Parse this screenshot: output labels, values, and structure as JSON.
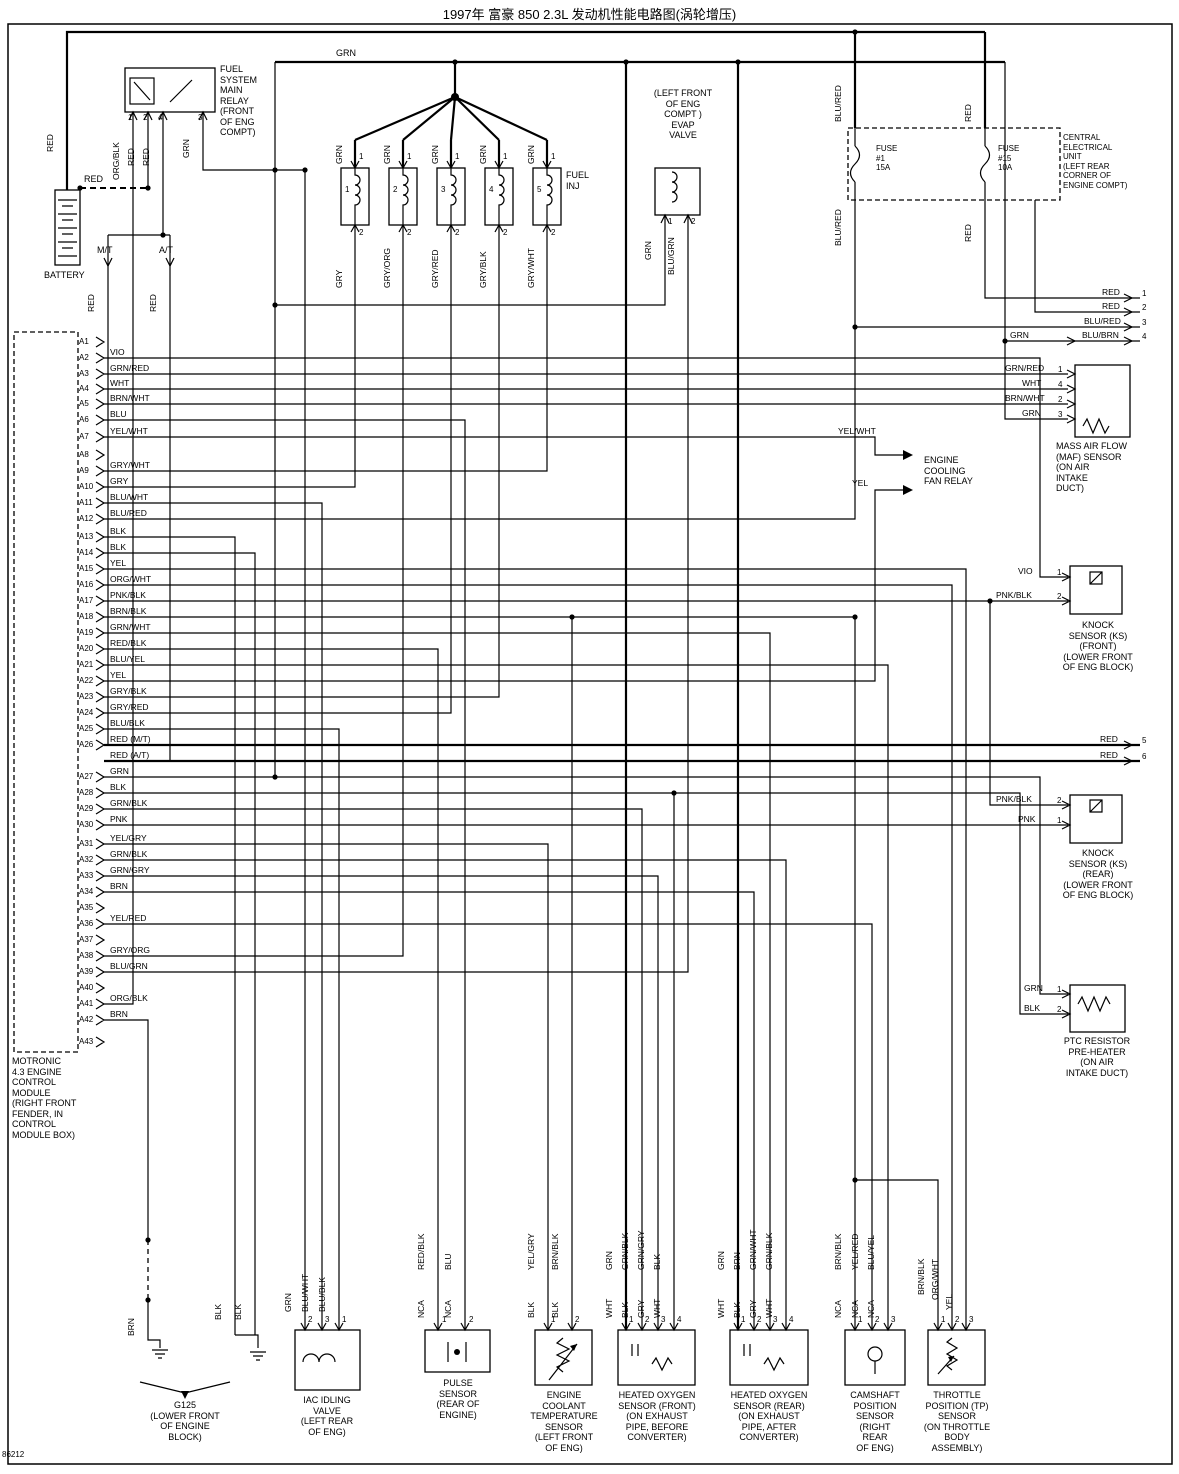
{
  "title": "1997年 富豪 850 2.3L 发动机性能电路图(涡轮增压)",
  "doc_number": "86212",
  "ecm": {
    "name": "MOTRONIC\n4.3 ENGINE\nCONTROL\nMODULE\n(RIGHT FRONT\nFENDER, IN\nCONTROL\nMODULE BOX)",
    "a26_alt": "RED   (A/T)",
    "pins": [
      {
        "pin": "A1",
        "wire": ""
      },
      {
        "pin": "A2",
        "wire": "VIO"
      },
      {
        "pin": "A3",
        "wire": "GRN/RED"
      },
      {
        "pin": "A4",
        "wire": "WHT"
      },
      {
        "pin": "A5",
        "wire": "BRN/WHT"
      },
      {
        "pin": "A6",
        "wire": "BLU"
      },
      {
        "pin": "A7",
        "wire": "YEL/WHT"
      },
      {
        "pin": "A8",
        "wire": ""
      },
      {
        "pin": "A9",
        "wire": "GRY/WHT"
      },
      {
        "pin": "A10",
        "wire": "GRY"
      },
      {
        "pin": "A11",
        "wire": "BLU/WHT"
      },
      {
        "pin": "A12",
        "wire": "BLU/RED"
      },
      {
        "pin": "A13",
        "wire": "BLK"
      },
      {
        "pin": "A14",
        "wire": "BLK"
      },
      {
        "pin": "A15",
        "wire": "YEL"
      },
      {
        "pin": "A16",
        "wire": "ORG/WHT"
      },
      {
        "pin": "A17",
        "wire": "PNK/BLK"
      },
      {
        "pin": "A18",
        "wire": "BRN/BLK"
      },
      {
        "pin": "A19",
        "wire": "GRN/WHT"
      },
      {
        "pin": "A20",
        "wire": "RED/BLK"
      },
      {
        "pin": "A21",
        "wire": "BLU/YEL"
      },
      {
        "pin": "A22",
        "wire": "YEL"
      },
      {
        "pin": "A23",
        "wire": "GRY/BLK"
      },
      {
        "pin": "A24",
        "wire": "GRY/RED"
      },
      {
        "pin": "A25",
        "wire": "BLU/BLK"
      },
      {
        "pin": "A26",
        "wire": "RED   (M/T)"
      },
      {
        "pin": "A27",
        "wire": "GRN"
      },
      {
        "pin": "A28",
        "wire": "BLK"
      },
      {
        "pin": "A29",
        "wire": "GRN/BLK"
      },
      {
        "pin": "A30",
        "wire": "PNK"
      },
      {
        "pin": "A31",
        "wire": "YEL/GRY"
      },
      {
        "pin": "A32",
        "wire": "GRN/BLK"
      },
      {
        "pin": "A33",
        "wire": "GRN/GRY"
      },
      {
        "pin": "A34",
        "wire": "BRN"
      },
      {
        "pin": "A35",
        "wire": ""
      },
      {
        "pin": "A36",
        "wire": "YEL/RED"
      },
      {
        "pin": "A37",
        "wire": ""
      },
      {
        "pin": "A38",
        "wire": "GRY/ORG"
      },
      {
        "pin": "A39",
        "wire": "BLU/GRN"
      },
      {
        "pin": "A40",
        "wire": ""
      },
      {
        "pin": "A41",
        "wire": "ORG/BLK"
      },
      {
        "pin": "A42",
        "wire": "BRN"
      },
      {
        "pin": "A43",
        "wire": ""
      }
    ]
  },
  "battery": {
    "label": "BATTERY",
    "wire_top": "RED",
    "wire_side": "RED"
  },
  "relay": {
    "name": "FUEL\nSYSTEM\nMAIN\nRELAY\n(FRONT\nOF ENG\nCOMPT)",
    "pin1_num": "1",
    "pin1_wire": "ORG/BLK",
    "pin2_num": "2",
    "pin2_wire": "RED",
    "pin4_num": "4",
    "pin4_wire": "RED",
    "pin3_num": "3",
    "pin3_wire": "GRN"
  },
  "trans": {
    "mt": "M/T",
    "at": "A/T",
    "mt_wire": "RED",
    "at_wire": "RED"
  },
  "trunk": {
    "grn": "GRN"
  },
  "injectors": {
    "label": "FUEL INJ",
    "top_wire": "GRN",
    "top_pin": "1",
    "bottom_pin": "2",
    "items": [
      {
        "num": "1",
        "bottom_wire": "GRY"
      },
      {
        "num": "2",
        "bottom_wire": "GRY/ORG"
      },
      {
        "num": "3",
        "bottom_wire": "GRY/RED"
      },
      {
        "num": "4",
        "bottom_wire": "GRY/BLK"
      },
      {
        "num": "5",
        "bottom_wire": "GRY/WHT"
      }
    ]
  },
  "evap": {
    "name": "(LEFT FRONT\nOF ENG\nCOMPT )\nEVAP\nVALVE",
    "pin1_num": "1",
    "pin1_wire": "GRN",
    "pin2_num": "2",
    "pin2_wire": "BLU/GRN"
  },
  "ceu": {
    "name": "CENTRAL\nELECTRICAL\nUNIT\n(LEFT REAR\nCORNER OF\nENGINE COMPT)",
    "fuse1": "FUSE\n#1\n15A",
    "fuse2": "FUSE\n#15\n10A",
    "top_wire1": "BLU/RED",
    "top_wire2": "RED",
    "bottom_wire1": "BLU/RED",
    "bottom_wire2": "RED"
  },
  "rows": [
    {
      "wire": "RED",
      "num": "1"
    },
    {
      "wire": "RED",
      "num": "2"
    },
    {
      "wire": "BLU/RED",
      "num": "3"
    },
    {
      "wire": "BLU/BRN",
      "num": "4",
      "left_wire": "GRN"
    },
    {
      "wire": "RED",
      "num": "5"
    },
    {
      "wire": "RED",
      "num": "6"
    }
  ],
  "maf": {
    "name": "MASS AIR FLOW\n(MAF) SENSOR\n(ON AIR\nINTAKE\nDUCT)",
    "pins": [
      {
        "wire": "GRN/RED",
        "num": "1"
      },
      {
        "wire": "WHT",
        "num": "4"
      },
      {
        "wire": "BRN/WHT",
        "num": "2"
      },
      {
        "wire": "GRN",
        "num": "3"
      }
    ]
  },
  "fan": {
    "name": "ENGINE\nCOOLING\nFAN RELAY",
    "wire1": "YEL/WHT",
    "wire2": "YEL"
  },
  "knock_front": {
    "name": "KNOCK\nSENSOR (KS)\n(FRONT)\n(LOWER FRONT\nOF ENG BLOCK)",
    "pins": [
      {
        "wire": "VIO",
        "num": "1"
      },
      {
        "wire": "PNK/BLK",
        "num": "2"
      }
    ]
  },
  "knock_rear": {
    "name": "KNOCK\nSENSOR (KS)\n(REAR)\n(LOWER FRONT\nOF ENG BLOCK)",
    "pins": [
      {
        "wire": "PNK/BLK",
        "num": "2"
      },
      {
        "wire": "PNK",
        "num": "1"
      }
    ]
  },
  "ptc": {
    "name": "PTC RESISTOR\nPRE-HEATER\n(ON AIR\nINTAKE DUCT)",
    "pins": [
      {
        "wire": "GRN",
        "num": "1"
      },
      {
        "wire": "BLK",
        "num": "2"
      }
    ]
  },
  "g125": {
    "name": "G125\n(LOWER FRONT\nOF ENGINE\nBLOCK)",
    "wire": "BRN",
    "blk1": "BLK",
    "blk2": "BLK"
  },
  "iac": {
    "name": "IAC IDLING\nVALVE\n(LEFT REAR\nOF ENG)",
    "pins": [
      {
        "num": "2",
        "wire": "GRN"
      },
      {
        "num": "3",
        "wire": "BLU/WHT"
      },
      {
        "num": "1",
        "wire": "BLU/BLK"
      }
    ]
  },
  "pulse": {
    "name": "PULSE\nSENSOR\n(REAR OF\nENGINE)",
    "pins": [
      {
        "num": "1",
        "pin": "NCA",
        "wire": "RED/BLK"
      },
      {
        "num": "2",
        "pin": "NCA",
        "wire": "BLU"
      }
    ]
  },
  "coolant": {
    "name": "ENGINE\nCOOLANT\nTEMPERATURE\nSENSOR\n(LEFT FRONT\nOF ENG)",
    "pins": [
      {
        "num": "1",
        "pin": "BLK",
        "wire": "YEL/GRY"
      },
      {
        "num": "2",
        "pin": "BLK",
        "wire": "BRN/BLK"
      }
    ]
  },
  "o2_front": {
    "name": "HEATED OXYGEN\nSENSOR (FRONT)\n(ON EXHAUST\nPIPE, BEFORE\nCONVERTER)",
    "pins": [
      {
        "num": "1",
        "pin": "WHT",
        "wire": "GRN"
      },
      {
        "num": "2",
        "pin": "BLK",
        "wire": "GRN/BLK"
      },
      {
        "num": "3",
        "pin": "GRY",
        "wire": "GRN/GRY"
      },
      {
        "num": "4",
        "pin": "WHT",
        "wire": "BLK"
      }
    ]
  },
  "o2_rear": {
    "name": "HEATED OXYGEN\nSENSOR (REAR)\n(ON EXHAUST\nPIPE, AFTER\nCONVERTER)",
    "pins": [
      {
        "num": "1",
        "pin": "WHT",
        "wire": "GRN"
      },
      {
        "num": "2",
        "pin": "BLK",
        "wire": "BRN"
      },
      {
        "num": "3",
        "pin": "GRY",
        "wire": "GRN/WHT"
      },
      {
        "num": "4",
        "pin": "WHT",
        "wire": "GRN/BLK"
      }
    ]
  },
  "camshaft": {
    "name": "CAMSHAFT\nPOSITION\nSENSOR\n(RIGHT\nREAR\nOF ENG)",
    "pins": [
      {
        "num": "1",
        "pin": "NCA",
        "wire": "BRN/BLK"
      },
      {
        "num": "2",
        "pin": "NCA",
        "wire": "YEL/RED"
      },
      {
        "num": "3",
        "pin": "NCA",
        "wire": "BLU/YEL"
      }
    ]
  },
  "tp": {
    "name": "THROTTLE\nPOSITION (TP)\nSENSOR\n(ON THROTTLE\nBODY\nASSEMBLY)",
    "pins": [
      {
        "num": "1",
        "wire": "BRN/BLK"
      },
      {
        "num": "2",
        "wire": "ORG/WHT"
      },
      {
        "num": "3",
        "wire": "YEL"
      }
    ]
  }
}
